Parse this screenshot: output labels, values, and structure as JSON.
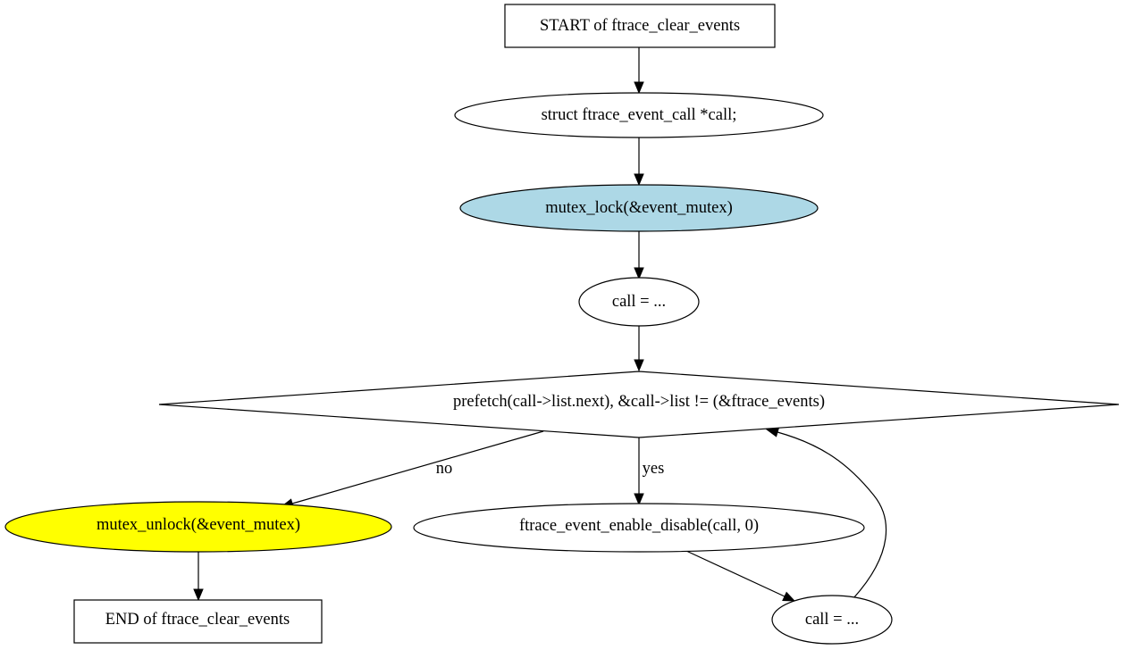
{
  "nodes": {
    "start": {
      "label": "START of ftrace_clear_events",
      "shape": "box",
      "fill": "#ffffff"
    },
    "decl": {
      "label": "struct ftrace_event_call *call;",
      "shape": "ellipse",
      "fill": "#ffffff"
    },
    "lock": {
      "label": "mutex_lock(&event_mutex)",
      "shape": "ellipse",
      "fill": "#add8e6"
    },
    "call_init": {
      "label": "call = ...",
      "shape": "ellipse",
      "fill": "#ffffff"
    },
    "cond": {
      "label": "prefetch(call->list.next), &call->list != (&ftrace_events)",
      "shape": "diamond",
      "fill": "#ffffff"
    },
    "unlock": {
      "label": "mutex_unlock(&event_mutex)",
      "shape": "ellipse",
      "fill": "#ffff00"
    },
    "disable": {
      "label": "ftrace_event_enable_disable(call, 0)",
      "shape": "ellipse",
      "fill": "#ffffff"
    },
    "end": {
      "label": "END of ftrace_clear_events",
      "shape": "box",
      "fill": "#ffffff"
    },
    "call_next": {
      "label": "call = ...",
      "shape": "ellipse",
      "fill": "#ffffff"
    }
  },
  "edges": {
    "no": {
      "label": "no"
    },
    "yes": {
      "label": "yes"
    }
  }
}
